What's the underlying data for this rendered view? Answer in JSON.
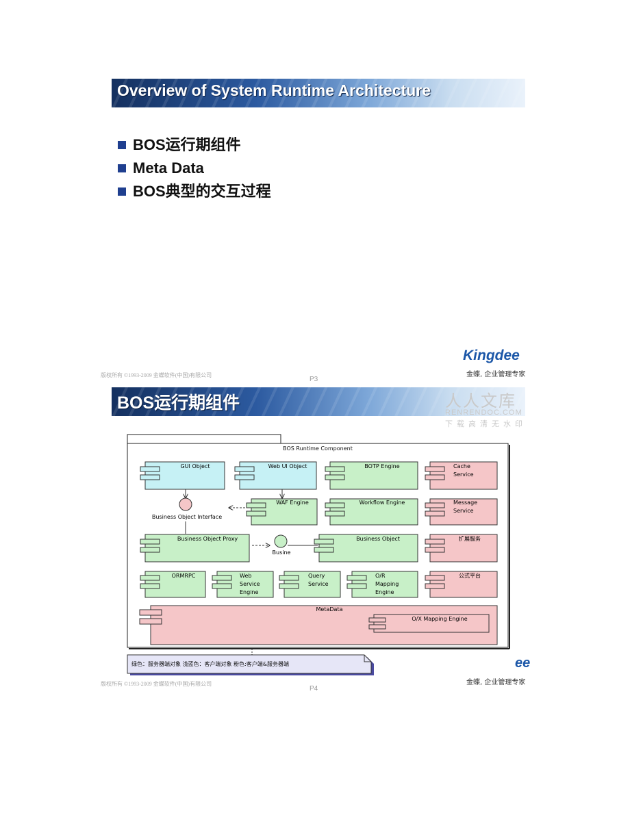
{
  "page1": {
    "title": "Overview of System Runtime Architecture",
    "bullets": [
      "BOS运行期组件",
      "Meta Data",
      "BOS典型的交互过程"
    ],
    "footer": {
      "logo": "Kingdee",
      "tagline": "金蝶, 企业管理专家",
      "copyright": "版权所有 ©1993-2009 金蝶软件(中国)有限公司",
      "page": "P3"
    }
  },
  "page2": {
    "title": "BOS运行期组件",
    "watermark": {
      "cn": "人人文库",
      "en": "RENRENDOC.COM",
      "tag": "下载高清无水印"
    },
    "diagram": {
      "package": "BOS Runtime Component",
      "components": {
        "gui_object": "GUI Object",
        "webui_object": "Web UI Object",
        "botp_engine": "BOTP Engine",
        "cache_service": [
          "Cache",
          "Service"
        ],
        "waf_engine": "WAF Engine",
        "workflow_engine": "Workflow Engine",
        "message_service": [
          "Message",
          "Service"
        ],
        "bo_proxy": "Business Object Proxy",
        "business_object": "Business Object",
        "ext_service": "扩展服务",
        "ormrpc": "ORMRPC",
        "web_service_engine": [
          "Web",
          "Service",
          "Engine"
        ],
        "query_service": [
          "Query",
          "Service"
        ],
        "or_mapping_engine": [
          "O/R",
          "Mapping",
          "Engine"
        ],
        "formula_platform": "公式平台",
        "metadata": "MetaData",
        "ox_mapping_engine": "O/X Mapping Engine"
      },
      "interfaces": {
        "bo_interface": "Business Object Interface",
        "busine": "Busine"
      },
      "note": "绿色：服务器端对象  浅蓝色：客户端对象  粉色:客户端&服务器端"
    },
    "footer": {
      "logo_fragment": "ee",
      "tagline": "金蝶, 企业管理专家",
      "copyright": "版权所有 ©1993-2009 金蝶软件(中国)有限公司",
      "page": "P4"
    }
  },
  "colors": {
    "client": "#c6f1f5",
    "server": "#c8f0c8",
    "both": "#f5c6c8"
  }
}
